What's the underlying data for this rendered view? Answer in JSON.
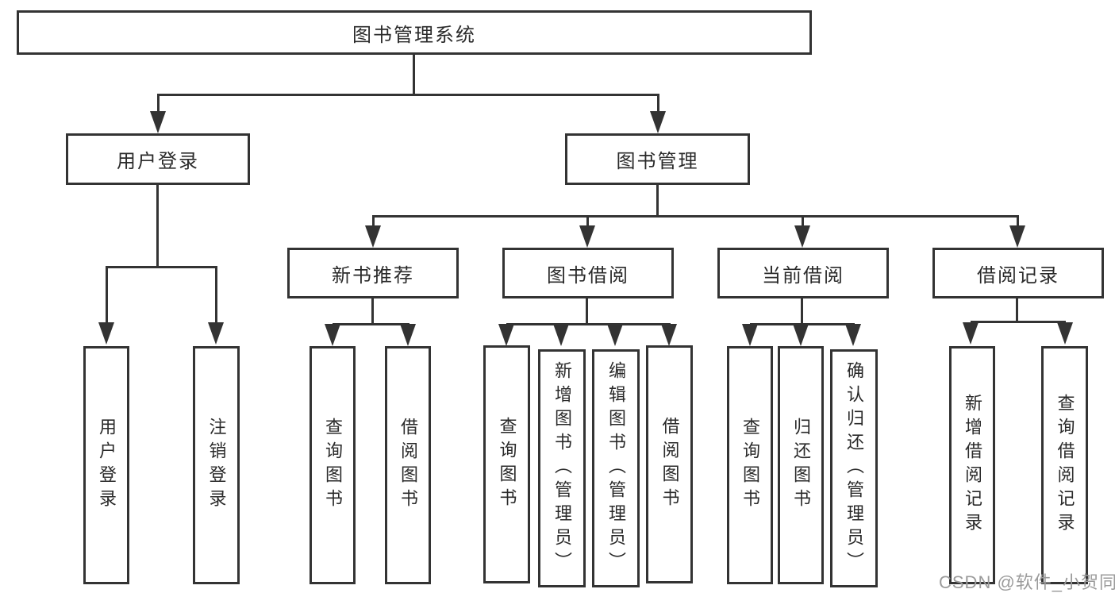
{
  "colors": {
    "line": "#333333",
    "box_border": "#333333",
    "text": "#2a2a2a",
    "watermark": "#9b9b9b",
    "background": "#ffffff"
  },
  "diagram": {
    "root": {
      "label": "图书管理系统"
    },
    "level2": [
      {
        "id": "user-login",
        "label": "用户登录"
      },
      {
        "id": "book-management",
        "label": "图书管理"
      }
    ],
    "level3": [
      {
        "id": "new-book-recommend",
        "label": "新书推荐"
      },
      {
        "id": "book-borrow",
        "label": "图书借阅"
      },
      {
        "id": "current-borrow",
        "label": "当前借阅"
      },
      {
        "id": "borrow-records",
        "label": "借阅记录"
      }
    ],
    "leaves": {
      "user_login": [
        "用户登录",
        "注销登录"
      ],
      "new_book_recommend": [
        "查询图书",
        "借阅图书"
      ],
      "book_borrow": [
        "查询图书",
        "新增图书（管理员）",
        "编辑图书（管理员）",
        "借阅图书"
      ],
      "current_borrow": [
        "查询图书",
        "归还图书",
        "确认归还（管理员）"
      ],
      "borrow_records": [
        "新增借阅记录",
        "查询借阅记录"
      ]
    }
  },
  "watermark": {
    "text": "CSDN @软件_小贺同学"
  }
}
